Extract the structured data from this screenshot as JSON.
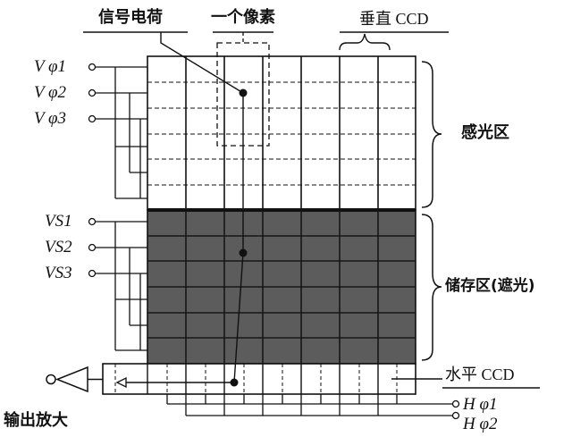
{
  "labels": {
    "signal_charge": "信号电荷",
    "one_pixel": "一个像素",
    "vertical_ccd": "垂直 CCD",
    "photosensitive_area": "感光区",
    "storage_area": "储存区(遮光)",
    "horizontal_ccd": "水平 CCD",
    "output_amplifier": "输出放大"
  },
  "vertical_clocks": [
    "V φ1",
    "V φ2",
    "V φ3"
  ],
  "storage_clocks": [
    "VS1",
    "VS2",
    "VS3"
  ],
  "horizontal_clocks": [
    "H φ1",
    "H φ2"
  ],
  "colors": {
    "line": "#111111",
    "storage_fill": "#5c5c5c",
    "background": "#ffffff"
  }
}
